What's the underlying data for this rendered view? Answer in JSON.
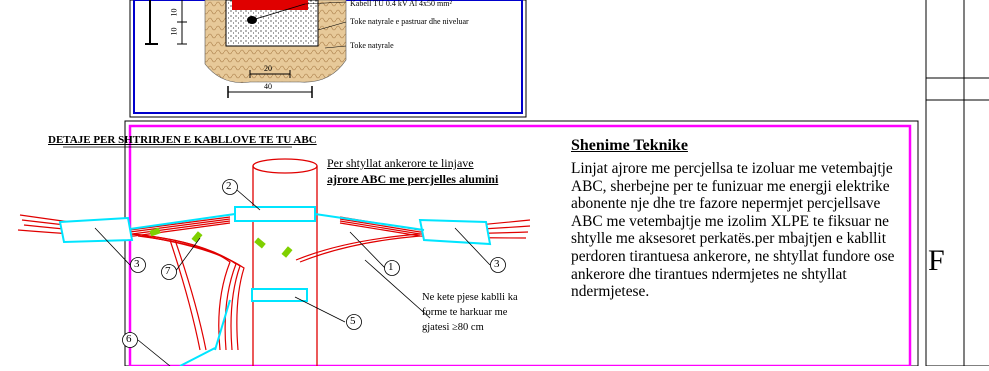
{
  "top_detail": {
    "labels": [
      "Kabell TU 0.4 kV Al 4x50 mm²",
      "Toke natyrale e pastruar dhe niveluar",
      "Toke natyrale"
    ],
    "dim_outer": "40",
    "dim_inner": "20",
    "dim_side_a": "10",
    "dim_side_b": "10"
  },
  "detail": {
    "title": "DETAJE PER SHTRIRJEN E KABLLOVE TE TU ABC",
    "subtitle_line1": "Per shtyllat ankerore te linjave",
    "subtitle_line2": "ajrore ABC me percjelles alumini",
    "annotation": "Ne kete pjese kablli ka forme te harkuar me gjatesi ≥80 cm",
    "callouts": [
      "1",
      "2",
      "3",
      "3",
      "5",
      "6",
      "7"
    ]
  },
  "notes": {
    "title": "Shenime Teknike",
    "body": "Linjat ajrore me percjellsa te izoluar me vetembajtje ABC, sherbejne per te funizuar me energji elektrike abonente nje dhe tre fazore nepermjet percjellsave ABC me vetembajtje me izolim XLPE te fiksuar ne shtylle me aksesoret perkatës.per mbajtjen e kabllit perdoren tirantuesa ankerore, ne shtyllat fundore ose ankerore dhe tirantues ndermjetes ne shtyllat ndermjetese."
  },
  "title_block": {
    "letter": "F"
  },
  "colors": {
    "frame_blue": "#0000cc",
    "frame_magenta": "#ff00ff",
    "cable_red": "#e00000",
    "clamp_cyan": "#00e5ff",
    "soil_tan": "#e7c999"
  }
}
